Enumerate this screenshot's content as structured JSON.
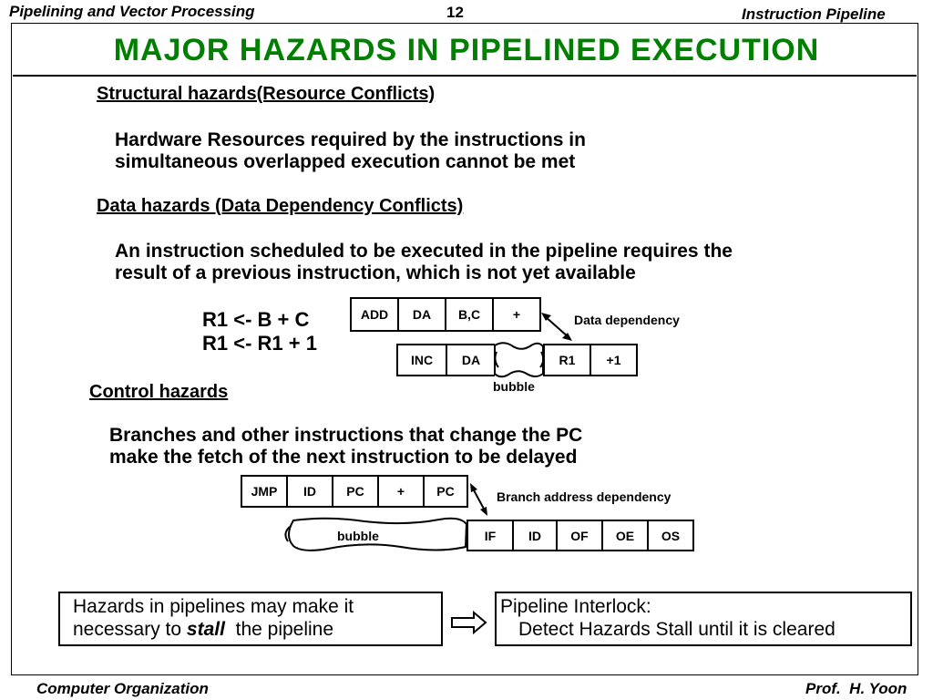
{
  "header": {
    "left": "Pipelining and Vector Processing",
    "page": "12",
    "right": "Instruction Pipeline"
  },
  "title": "MAJOR  HAZARDS  IN  PIPELINED  EXECUTION",
  "structural": {
    "heading": "Structural hazards(Resource Conflicts)",
    "lines": [
      "Hardware Resources required by the instructions in",
      "simultaneous overlapped execution cannot be met"
    ]
  },
  "data_hazards": {
    "heading": "Data hazards (Data Dependency Conflicts)",
    "lines": [
      "An instruction scheduled to be executed in the pipeline requires the",
      "result of a previous instruction, which is not yet available"
    ],
    "code": [
      "R1 <- B + C",
      "R1 <- R1 + 1"
    ],
    "row1": [
      "ADD",
      "DA",
      "B,C",
      "+"
    ],
    "row2_left": [
      "INC",
      "DA"
    ],
    "row2_right": [
      "R1",
      "+1"
    ],
    "dependency_label": "Data dependency",
    "bubble_label": "bubble"
  },
  "control": {
    "heading": "Control hazards",
    "lines": [
      "Branches and other instructions that change the PC",
      "make the fetch of the next instruction to be delayed"
    ],
    "row1": [
      "JMP",
      "ID",
      "PC",
      "+",
      "PC"
    ],
    "row2": [
      "IF",
      "ID",
      "OF",
      "OE",
      "OS"
    ],
    "dependency_label": "Branch address dependency",
    "bubble_label": "bubble"
  },
  "bottom": {
    "left_line1": "Hazards in pipelines may make it",
    "left_line2_pre": "necessary to ",
    "left_line2_em": "stall",
    "left_line2_post": "  the pipeline",
    "right_line1": "Pipeline Interlock:",
    "right_line2": "Detect Hazards Stall until it is cleared"
  },
  "footer": {
    "left": "Computer Organization",
    "right": "Prof.  H. Yoon"
  }
}
